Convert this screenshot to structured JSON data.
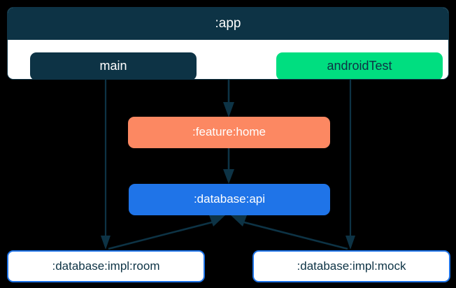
{
  "diagram": {
    "type": "directed-dependency-graph",
    "title": ":app",
    "background_color": "#000000",
    "edge_color": "#0d3345",
    "subgraph": {
      "label": ":app",
      "header_color": "#0d3345",
      "body_color": "#ffffff",
      "source_sets": [
        {
          "id": "main",
          "label": "main",
          "fill": "#0d3345",
          "text_color": "#ffffff"
        },
        {
          "id": "androidTest",
          "label": "androidTest",
          "fill": "#00de80",
          "text_color": "#0d3345"
        }
      ]
    },
    "modules": [
      {
        "id": "feature-home",
        "label": ":feature:home",
        "fill": "#fc8862",
        "text_color": "#ffffff",
        "style": "filled"
      },
      {
        "id": "database-api",
        "label": ":database:api",
        "fill": "#1f74e8",
        "text_color": "#ffffff",
        "style": "filled"
      },
      {
        "id": "database-impl-room",
        "label": ":database:impl:room",
        "fill": "#ffffff",
        "border": "#1f74e8",
        "text_color": "#0d3345",
        "style": "outlined"
      },
      {
        "id": "database-impl-mock",
        "label": ":database:impl:mock",
        "fill": "#ffffff",
        "border": "#1f74e8",
        "text_color": "#0d3345",
        "style": "outlined"
      }
    ],
    "edges": [
      {
        "from": "main",
        "to": "database-impl-room",
        "shape": "vertical",
        "arrowhead": "to"
      },
      {
        "from": ":app",
        "to": "feature-home",
        "shape": "vertical",
        "arrowhead": "to"
      },
      {
        "from": "androidTest",
        "to": "database-impl-mock",
        "shape": "vertical",
        "arrowhead": "to"
      },
      {
        "from": "feature-home",
        "to": "database-api",
        "shape": "vertical",
        "arrowhead": "to"
      },
      {
        "from": "database-impl-room",
        "to": "database-api",
        "shape": "diagonal",
        "arrowhead": "to"
      },
      {
        "from": "database-impl-mock",
        "to": "database-api",
        "shape": "diagonal",
        "arrowhead": "to"
      }
    ]
  }
}
